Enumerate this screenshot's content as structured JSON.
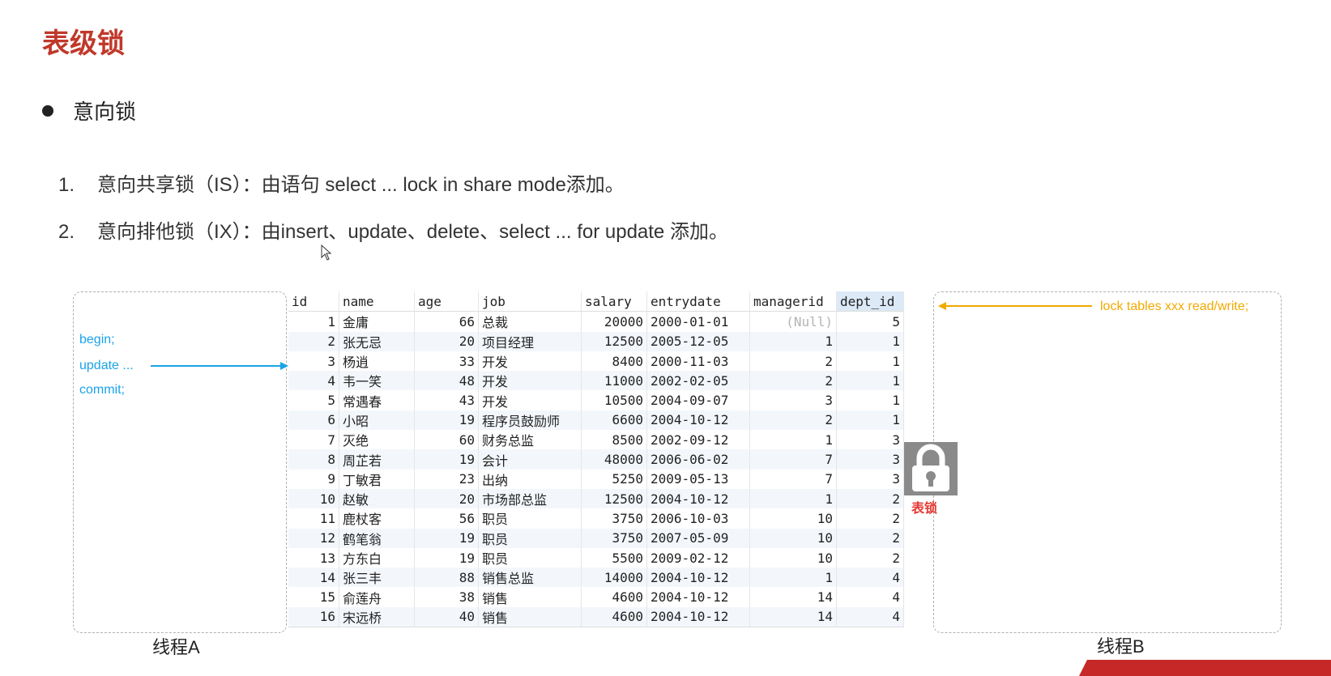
{
  "title": "表级锁",
  "bullet": "意向锁",
  "items": [
    {
      "num": "1.",
      "text": "意向共享锁（IS）：由语句 select ... lock  in share mode添加。"
    },
    {
      "num": "2.",
      "text": "意向排他锁（IX）：由insert、update、delete、select ... for update 添加。"
    }
  ],
  "threadA": {
    "code": [
      "begin;",
      "update ...",
      "commit;"
    ],
    "label": "线程A"
  },
  "threadB": {
    "lock_statement": "lock tables xxx read/write;",
    "label": "线程B"
  },
  "lock_caption": "表锁",
  "colors": {
    "title": "#c0392b",
    "code": "#1aa3e8",
    "lock_statement": "#f2a900",
    "lock_caption": "#e53935",
    "banner": "#c62828"
  },
  "icons": [
    "cursor-icon",
    "arrow-right-icon",
    "arrow-left-icon",
    "padlock-icon"
  ],
  "table": {
    "columns": [
      "id",
      "name",
      "age",
      "job",
      "salary",
      "entrydate",
      "managerid",
      "dept_id"
    ],
    "rows": [
      [
        "1",
        "金庸",
        "66",
        "总裁",
        "20000",
        "2000-01-01",
        "(Null)",
        "5"
      ],
      [
        "2",
        "张无忌",
        "20",
        "项目经理",
        "12500",
        "2005-12-05",
        "1",
        "1"
      ],
      [
        "3",
        "杨逍",
        "33",
        "开发",
        "8400",
        "2000-11-03",
        "2",
        "1"
      ],
      [
        "4",
        "韦一笑",
        "48",
        "开发",
        "11000",
        "2002-02-05",
        "2",
        "1"
      ],
      [
        "5",
        "常遇春",
        "43",
        "开发",
        "10500",
        "2004-09-07",
        "3",
        "1"
      ],
      [
        "6",
        "小昭",
        "19",
        "程序员鼓励师",
        "6600",
        "2004-10-12",
        "2",
        "1"
      ],
      [
        "7",
        "灭绝",
        "60",
        "财务总监",
        "8500",
        "2002-09-12",
        "1",
        "3"
      ],
      [
        "8",
        "周芷若",
        "19",
        "会计",
        "48000",
        "2006-06-02",
        "7",
        "3"
      ],
      [
        "9",
        "丁敏君",
        "23",
        "出纳",
        "5250",
        "2009-05-13",
        "7",
        "3"
      ],
      [
        "10",
        "赵敏",
        "20",
        "市场部总监",
        "12500",
        "2004-10-12",
        "1",
        "2"
      ],
      [
        "11",
        "鹿杖客",
        "56",
        "职员",
        "3750",
        "2006-10-03",
        "10",
        "2"
      ],
      [
        "12",
        "鹤笔翁",
        "19",
        "职员",
        "3750",
        "2007-05-09",
        "10",
        "2"
      ],
      [
        "13",
        "方东白",
        "19",
        "职员",
        "5500",
        "2009-02-12",
        "10",
        "2"
      ],
      [
        "14",
        "张三丰",
        "88",
        "销售总监",
        "14000",
        "2004-10-12",
        "1",
        "4"
      ],
      [
        "15",
        "俞莲舟",
        "38",
        "销售",
        "4600",
        "2004-10-12",
        "14",
        "4"
      ],
      [
        "16",
        "宋远桥",
        "40",
        "销售",
        "4600",
        "2004-10-12",
        "14",
        "4"
      ]
    ]
  }
}
